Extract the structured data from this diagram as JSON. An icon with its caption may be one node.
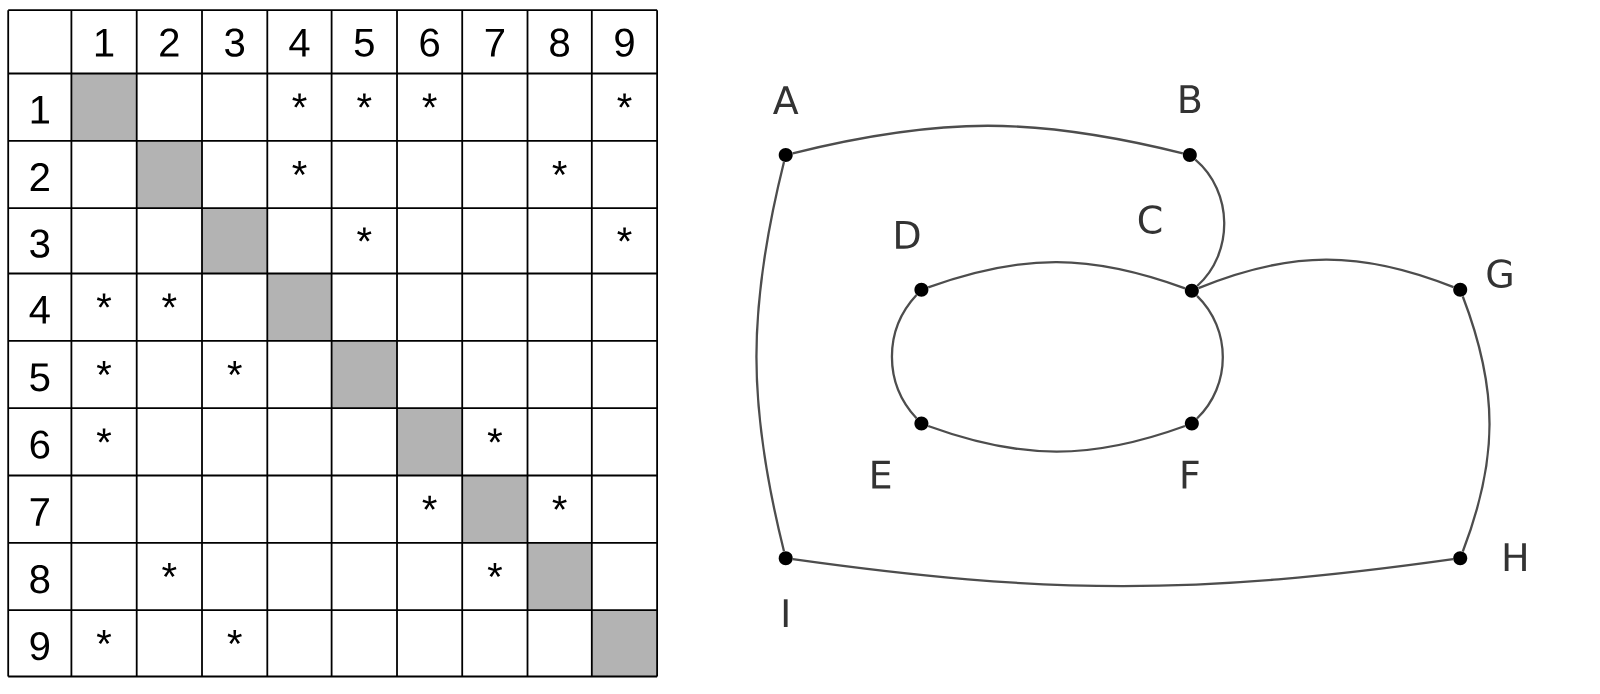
{
  "diagram": {
    "nodes": [
      {
        "text": [
          "A"
        ]
      },
      {
        "text": [
          "B"
        ]
      },
      {
        "text": [
          "C"
        ]
      },
      {
        "text": [
          "D"
        ]
      },
      {
        "text": [
          "E"
        ]
      },
      {
        "text": [
          "F"
        ]
      },
      {
        "text": [
          "G"
        ]
      },
      {
        "text": [
          "H"
        ]
      },
      {
        "text": [
          "I"
        ]
      }
    ],
    "edges": [
      {
        "from": 0,
        "to": 1,
        "arrow": "none"
      },
      {
        "from": 1,
        "to": 2,
        "arrow": "none"
      },
      {
        "from": 3,
        "to": 2,
        "arrow": "none"
      },
      {
        "from": 2,
        "to": 6,
        "arrow": "none"
      },
      {
        "from": 2,
        "to": 5,
        "arrow": "none"
      },
      {
        "from": 3,
        "to": 4,
        "arrow": "none"
      },
      {
        "from": 4,
        "to": 5,
        "arrow": "none"
      },
      {
        "from": 6,
        "to": 7,
        "arrow": "none"
      },
      {
        "from": 8,
        "to": 7,
        "arrow": "none"
      },
      {
        "from": 0,
        "to": 8,
        "arrow": "none"
      }
    ],
    "labels": [
      "1",
      "2",
      "3",
      "4",
      "5",
      "6",
      "7",
      "8",
      "9",
      "1",
      "*",
      "*",
      "*",
      "*",
      "2",
      "*",
      "*",
      "3",
      "*",
      "*",
      "4",
      "*",
      "*",
      "5",
      "*",
      "*",
      "6",
      "*",
      "*",
      "7",
      "*",
      "*",
      "8",
      "*",
      "*",
      "9",
      "*",
      "*"
    ]
  }
}
